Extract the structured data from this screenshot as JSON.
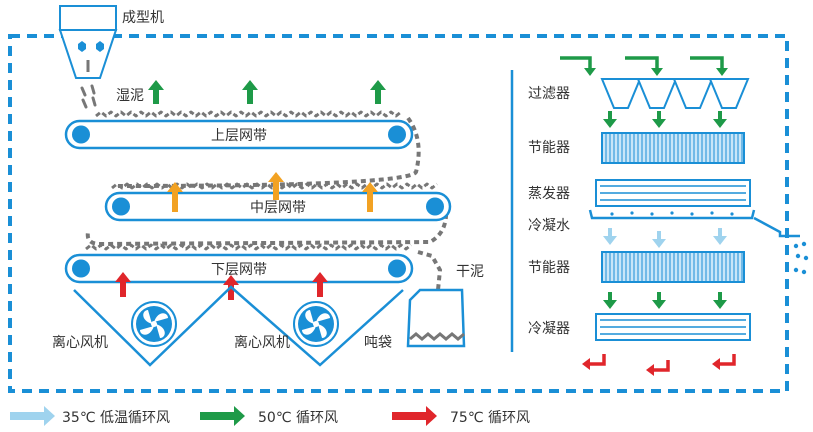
{
  "labels": {
    "forming_machine": "成型机",
    "wet_sludge": "湿泥",
    "upper_belt": "上层网带",
    "middle_belt": "中层网带",
    "lower_belt": "下层网带",
    "dry_sludge": "干泥",
    "fan_left": "离心风机",
    "fan_right": "离心风机",
    "ton_bag": "吨袋",
    "filter": "过滤器",
    "economizer_top": "节能器",
    "evaporator": "蒸发器",
    "condensate": "冷凝水",
    "economizer_bottom": "节能器",
    "condenser": "冷凝器"
  },
  "legend": [
    {
      "label": "35℃ 低温循环风",
      "color": "#9fd3ee"
    },
    {
      "label": "50℃ 循环风",
      "color": "#1e9a48"
    },
    {
      "label": "75℃ 循环风",
      "color": "#e0262b"
    }
  ],
  "colors": {
    "blue": "#1a8fd6",
    "light_blue": "#9fd3ee",
    "green": "#1e9a48",
    "orange": "#f2a223",
    "red": "#e0262b",
    "sludge": "#777777"
  }
}
